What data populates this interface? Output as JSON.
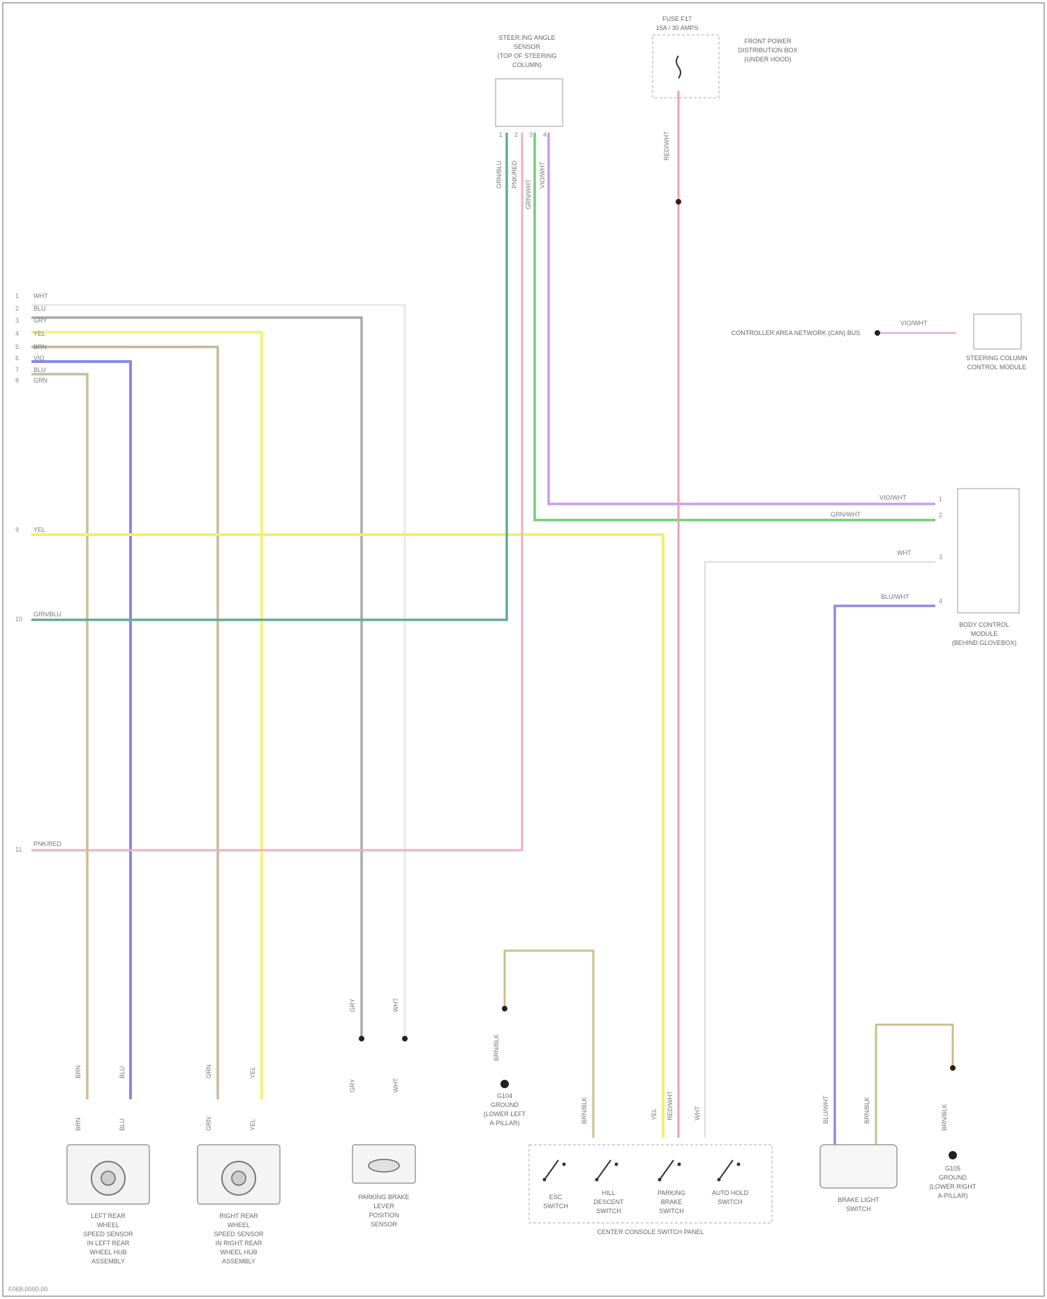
{
  "diagram": {
    "id_code": "F068-0000-00",
    "components": {
      "steering_angle_sensor": [
        "STEER.ING ANGLE",
        "SENSOR",
        "(TOP OF STEERING",
        "COLUMN)"
      ],
      "fuse": [
        "FUSE F17",
        "15A / 30 AMPS"
      ],
      "power_distribution": [
        "FRONT POWER",
        "DISTRIBUTION BOX",
        "(UNDER HOOD)"
      ],
      "steering_control_module": [
        "STEERING COLUMN",
        "CONTROL MODULE"
      ],
      "body_control_module": [
        "BODY CONTROL",
        "MODULE",
        "(BEHIND GLOVEBOX)"
      ],
      "left_rear_wss": [
        "LEFT REAR",
        "WHEEL",
        "SPEED SENSOR",
        "IN LEFT REAR",
        "WHEEL HUB",
        "ASSEMBLY"
      ],
      "right_rear_wss": [
        "RIGHT REAR",
        "WHEEL",
        "SPEED SENSOR",
        "IN RIGHT REAR",
        "WHEEL HUB",
        "ASSEMBLY"
      ],
      "parking_brake_sensor": [
        "PARKING BRAKE",
        "LEVER",
        "POSITION",
        "SENSOR"
      ],
      "control_switch": [
        "CENTER CONSOLE SWITCH PANEL"
      ],
      "brake_light_switch": [
        "BRAKE LIGHT",
        "SWITCH"
      ],
      "ground_left": [
        "G104",
        "GROUND",
        "(LOWER LEFT",
        "A-PILLAR)"
      ],
      "ground_right": [
        "G105",
        "GROUND",
        "(LOWER RIGHT",
        "A-PILLAR)"
      ],
      "can_line": "CONTROLLER AREA NETWORK (CAN) BUS"
    },
    "switch_labels": [
      [
        "ESC",
        "SWITCH"
      ],
      [
        "HILL",
        "DESCENT",
        "SWITCH"
      ],
      [
        "PARKING",
        "BRAKE",
        "SWITCH"
      ],
      [
        "AUTO HOLD",
        "SWITCH"
      ]
    ],
    "left_edge_wires": [
      {
        "pin": "1",
        "label": "WHT"
      },
      {
        "pin": "2",
        "label": "BLU"
      },
      {
        "pin": "3",
        "label": "GRY"
      },
      {
        "pin": "4",
        "label": "YEL"
      },
      {
        "pin": "5",
        "label": "BRN"
      },
      {
        "pin": "6",
        "label": "VIO"
      },
      {
        "pin": "7",
        "label": "BLU"
      },
      {
        "pin": "8",
        "label": "GRN"
      },
      {
        "pin": "9",
        "label": "YEL"
      },
      {
        "pin": "10",
        "label": "GRN/BLU"
      },
      {
        "pin": "11",
        "label": "PNK/RED"
      }
    ],
    "wire_labels": {
      "sas_1": "GRN/BLU",
      "sas_2": "PNK/RED",
      "sas_3": "GRN/WHT",
      "sas_4": "VIO/WHT",
      "fuse_out": "RED/WHT",
      "bcm_1": "VIO/WHT",
      "bcm_2": "GRN/WHT",
      "bcm_3": "WHT",
      "bcm_4": "BLU/WHT",
      "can_wire": "VIO/WHT",
      "lr_a": "BRN",
      "lr_b": "BLU",
      "rr_a": "GRN",
      "rr_b": "YEL",
      "pb_a": "GRY",
      "pb_b": "WHT",
      "gnd_l": "BRN/BLK",
      "sw_1": "BRN/BLK",
      "sw_2": "YEL",
      "sw_3": "RED/WHT",
      "sw_4": "WHT",
      "bls_1": "BLU/WHT",
      "bls_2": "BRN/BLK",
      "gnd_r": "BRN/BLK"
    },
    "pins": {
      "a": "1",
      "b": "2",
      "c": "3",
      "d": "4",
      "e": "5",
      "f": "6",
      "g": "7",
      "h": "8"
    }
  }
}
